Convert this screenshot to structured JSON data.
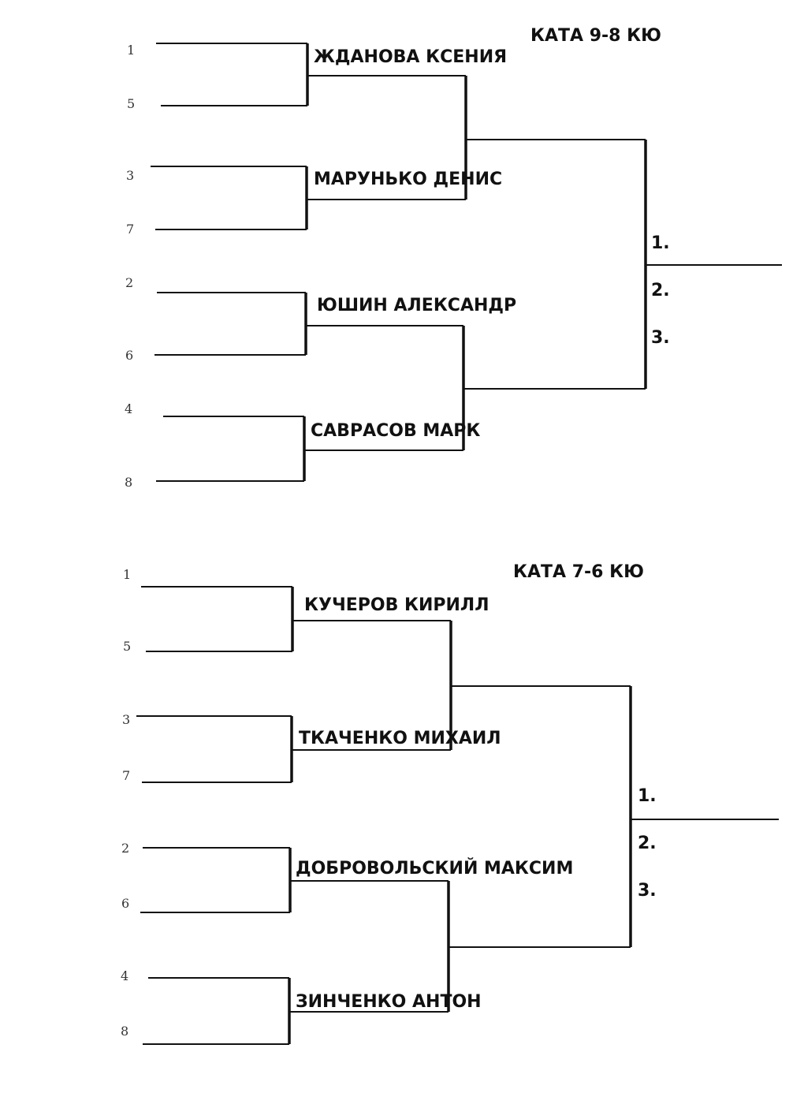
{
  "brackets": [
    {
      "title": "КАТА 9-8 КЮ",
      "seeds": [
        "1",
        "5",
        "3",
        "7",
        "2",
        "6",
        "4",
        "8"
      ],
      "names": [
        "ЖДАНОВА КСЕНИЯ",
        "МАРУНЬКО ДЕНИС",
        "ЮШИН АЛЕКСАНДР",
        "САВРАСОВ МАРК"
      ],
      "places": [
        "1.",
        "2.",
        "3."
      ]
    },
    {
      "title": "КАТА 7-6 КЮ",
      "seeds": [
        "1",
        "5",
        "3",
        "7",
        "2",
        "6",
        "4",
        "8"
      ],
      "names": [
        "КУЧЕРОВ КИРИЛЛ",
        "ТКАЧЕНКО МИХАИЛ",
        "ДОБРОВОЛЬСКИЙ МАКСИМ",
        "ЗИНЧЕНКО АНТОН"
      ],
      "places": [
        "1.",
        "2.",
        "3."
      ]
    }
  ]
}
